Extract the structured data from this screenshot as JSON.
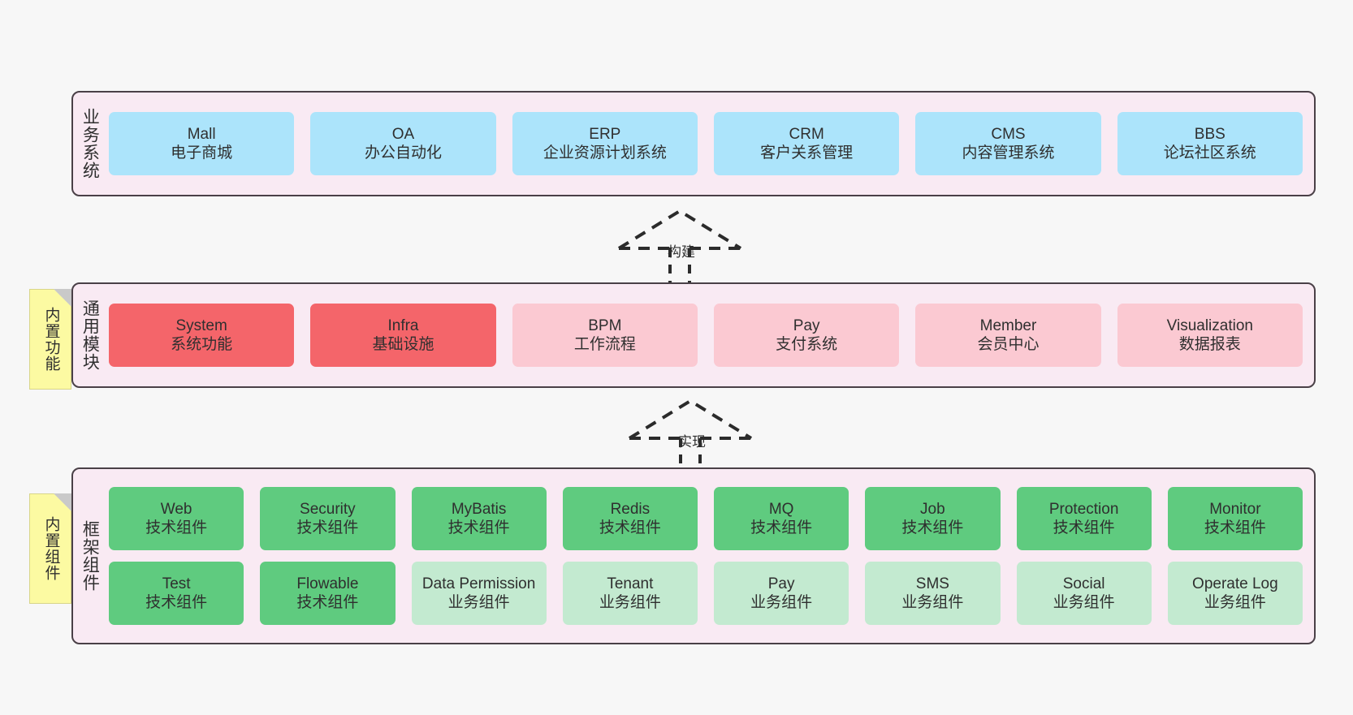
{
  "diagram": {
    "title": "",
    "background_color": "#f7f7f7",
    "container_color": "#f9eaf3",
    "container_border_color": "#4a4047"
  },
  "layers": [
    {
      "id": "business",
      "title": "业务系统",
      "cell_color": "#ace4fb",
      "rows": [
        {
          "cells": [
            {
              "name": "Mall",
              "desc": "电子商城",
              "color": "#ace4fb"
            },
            {
              "name": "OA",
              "desc": "办公自动化",
              "color": "#ace4fb"
            },
            {
              "name": "ERP",
              "desc": "企业资源计划系统",
              "color": "#ace4fb"
            },
            {
              "name": "CRM",
              "desc": "客户关系管理",
              "color": "#ace4fb"
            },
            {
              "name": "CMS",
              "desc": "内容管理系统",
              "color": "#ace4fb"
            },
            {
              "name": "BBS",
              "desc": "论坛社区系统",
              "color": "#ace4fb"
            }
          ]
        }
      ]
    },
    {
      "id": "common",
      "title": "通用模块",
      "sticky": "内置功能",
      "rows": [
        {
          "cells": [
            {
              "name": "System",
              "desc": "系统功能",
              "color": "#f4656a",
              "cls": "c-red"
            },
            {
              "name": "Infra",
              "desc": "基础设施",
              "color": "#f4656a",
              "cls": "c-red"
            },
            {
              "name": "BPM",
              "desc": "工作流程",
              "color": "#fbc9d2",
              "cls": "c-pink"
            },
            {
              "name": "Pay",
              "desc": "支付系统",
              "color": "#fbc9d2",
              "cls": "c-pink"
            },
            {
              "name": "Member",
              "desc": "会员中心",
              "color": "#fbc9d2",
              "cls": "c-pink"
            },
            {
              "name": "Visualization",
              "desc": "数据报表",
              "color": "#fbc9d2",
              "cls": "c-pink"
            }
          ]
        }
      ]
    },
    {
      "id": "framework",
      "title": "框架组件",
      "sticky": "内置组件",
      "rows": [
        {
          "cells": [
            {
              "name": "Web",
              "desc": "技术组件",
              "color": "#5fcb7f",
              "cls": "c-green"
            },
            {
              "name": "Security",
              "desc": "技术组件",
              "color": "#5fcb7f",
              "cls": "c-green"
            },
            {
              "name": "MyBatis",
              "desc": "技术组件",
              "color": "#5fcb7f",
              "cls": "c-green"
            },
            {
              "name": "Redis",
              "desc": "技术组件",
              "color": "#5fcb7f",
              "cls": "c-green"
            },
            {
              "name": "MQ",
              "desc": "技术组件",
              "color": "#5fcb7f",
              "cls": "c-green"
            },
            {
              "name": "Job",
              "desc": "技术组件",
              "color": "#5fcb7f",
              "cls": "c-green"
            },
            {
              "name": "Protection",
              "desc": "技术组件",
              "color": "#5fcb7f",
              "cls": "c-green"
            },
            {
              "name": "Monitor",
              "desc": "技术组件",
              "color": "#5fcb7f",
              "cls": "c-green"
            }
          ]
        },
        {
          "cells": [
            {
              "name": "Test",
              "desc": "技术组件",
              "color": "#5fcb7f",
              "cls": "c-green"
            },
            {
              "name": "Flowable",
              "desc": "技术组件",
              "color": "#5fcb7f",
              "cls": "c-green"
            },
            {
              "name": "Data Permission",
              "desc": "业务组件",
              "color": "#c3ead0",
              "cls": "c-lgreen"
            },
            {
              "name": "Tenant",
              "desc": "业务组件",
              "color": "#c3ead0",
              "cls": "c-lgreen"
            },
            {
              "name": "Pay",
              "desc": "业务组件",
              "color": "#c3ead0",
              "cls": "c-lgreen"
            },
            {
              "name": "SMS",
              "desc": "业务组件",
              "color": "#c3ead0",
              "cls": "c-lgreen"
            },
            {
              "name": "Social",
              "desc": "业务组件",
              "color": "#c3ead0",
              "cls": "c-lgreen"
            },
            {
              "name": "Operate Log",
              "desc": "业务组件",
              "color": "#c3ead0",
              "cls": "c-lgreen"
            }
          ]
        }
      ]
    }
  ],
  "arrows": [
    {
      "id": "build",
      "label": "构建",
      "from": "common",
      "to": "business"
    },
    {
      "id": "implement",
      "label": "实现",
      "from": "framework",
      "to": "common"
    }
  ]
}
